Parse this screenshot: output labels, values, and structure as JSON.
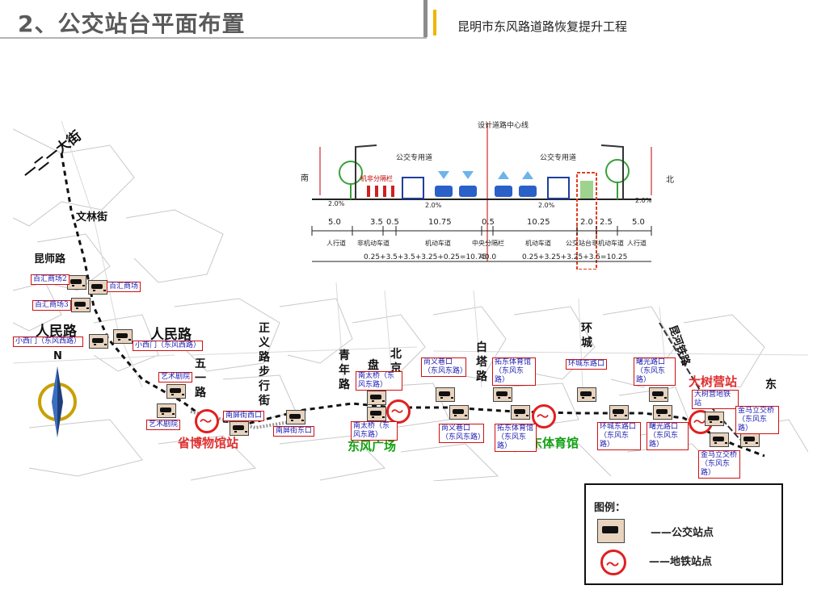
{
  "header": {
    "title": "2、公交站台平面布置",
    "subtitle": "昆明市东风路道路恢复提升工程"
  },
  "section": {
    "center_line_label": "设计道路中心线",
    "bus_lane_left": "公交专用道",
    "bus_lane_right": "公交专用道",
    "fence_label": "机非分隔栏",
    "side_left": "南",
    "side_right": "北",
    "slope_labels": [
      "2.0%",
      "2.0%",
      "2.0%",
      "2.0%"
    ],
    "widths": [
      "5.0",
      "3.5",
      "0.5",
      "10.75",
      "0.5",
      "10.25",
      "2.0",
      "2.5",
      "5.0"
    ],
    "captions": [
      "人行道",
      "非机动车道",
      "机动车道",
      "中央分隔栏",
      "机动车道",
      "公交站台非机动车道",
      "人行道"
    ],
    "totals": [
      "0.25+3.5+3.5+3.25+0.25=10.75",
      "40.0",
      "0.25+3.25+3.25+3.5=10.25"
    ]
  },
  "map": {
    "roads": [
      "一二一大街",
      "文林街",
      "昆师路",
      "人民路",
      "人民路",
      "五一路",
      "正义路步行街",
      "青年路",
      "盘",
      "北京",
      "白塔路",
      "环城",
      "昆河铁路",
      "东"
    ],
    "compass": "N",
    "metro_stations": [
      {
        "name": "省博物馆站",
        "color": "red"
      },
      {
        "name": "东风广场",
        "color": "green"
      },
      {
        "name": "东体育馆",
        "color": "green"
      },
      {
        "name": "大树营站",
        "color": "red"
      }
    ],
    "bus_stops": [
      "百汇商场2",
      "百汇商场",
      "百汇商场3",
      "小西门（东风西路）",
      "小西门（东风西路）",
      "艺术剧院",
      "艺术剧院",
      "南屏街西口",
      "南屏街东口",
      "南太桥（东风东路）",
      "南太桥（东风东路）",
      "尚义巷口（东风东路）",
      "尚义巷口（东风东路）",
      "拓东体育馆（东风东路）",
      "拓东体育馆（东风东路）",
      "环城东路口",
      "环城东路口（东风东路）",
      "曙光路口（东风东路）",
      "曙光路口（东风东路）",
      "大树营地铁站",
      "金马立交桥（东风东路）",
      "金马立交桥（东风东路）"
    ]
  },
  "legend": {
    "title": "图例：",
    "bus_label": "——公交站点",
    "metro_label": "——地铁站点"
  },
  "colors": {
    "title_gray": "#5a5a5a",
    "accent": "#f0b400",
    "stop_border": "#d01010",
    "stop_text": "#1a1ab0",
    "metro_red": "#e02020",
    "green_station": "#12a012"
  }
}
